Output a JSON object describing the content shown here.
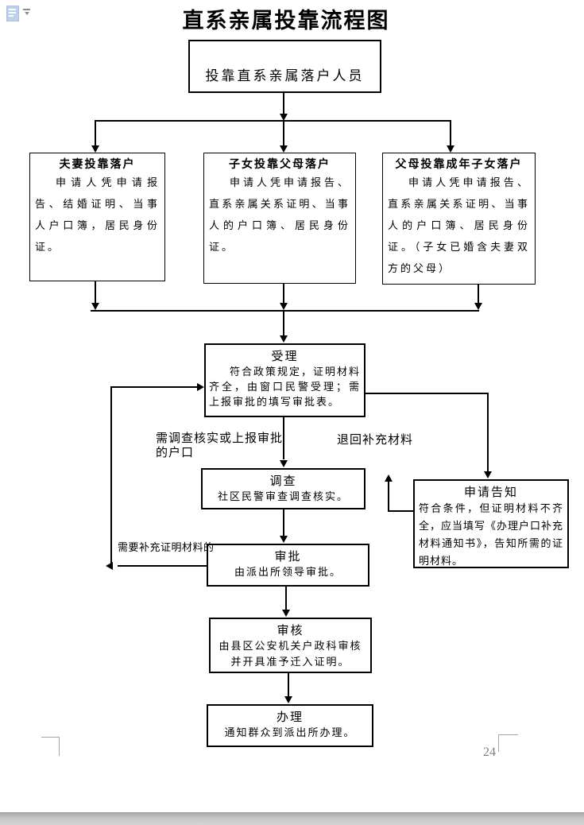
{
  "app": {
    "icons": {
      "paste_options": "clipboard-paste-icon",
      "paste_options_dropdown": "chevron-down-icon"
    }
  },
  "document": {
    "title": "直系亲属投靠流程图",
    "page_number": "24"
  },
  "flow": {
    "start": {
      "title": "投靠直系亲属落户人员"
    },
    "branches": [
      {
        "title": "夫妻投靠落户",
        "body": "申请人凭申请报告、结婚证明、当事人户口簿，居民身份证。"
      },
      {
        "title": "子女投靠父母落户",
        "body": "申请人凭申请报告、直系亲属关系证明、当事人的户口簿、居民身份证。"
      },
      {
        "title": "父母投靠成年子女落户",
        "body": "申请人凭申请报告、直系亲属关系证明、当事人的户口簿、居民身份证。（子女已婚含夫妻双方的父母）"
      }
    ],
    "accept": {
      "title": "受理",
      "body": "符合政策规定，证明材料齐全，由窗口民警受理；需上报审批的填写审批表。"
    },
    "investigate": {
      "title": "调查",
      "body": "社区民警审查调查核实。"
    },
    "notify": {
      "title": "申请告知",
      "body": "符合条件，但证明材料不齐全，应当填写《办理户口补充材料通知书》，告知所需的证明材料。"
    },
    "approve": {
      "title": "审批",
      "body": "由派出所领导审批。"
    },
    "review": {
      "title": "审核",
      "body": "由县区公安机关户政科审核并开具准予迁入证明。"
    },
    "handle": {
      "title": "办理",
      "body": "通知群众到派出所办理。"
    },
    "edge_labels": {
      "to_investigate": "需调查核实或上报审批的户口",
      "return_supplement": "退回补充材料",
      "need_supplement": "需要补充证明材料的"
    }
  },
  "colors": {
    "line": "#000000",
    "paste_icon_blue": "#bcd0ea",
    "outside_background": "#c8c8c8",
    "page_number_gray": "#7f7f7f"
  }
}
